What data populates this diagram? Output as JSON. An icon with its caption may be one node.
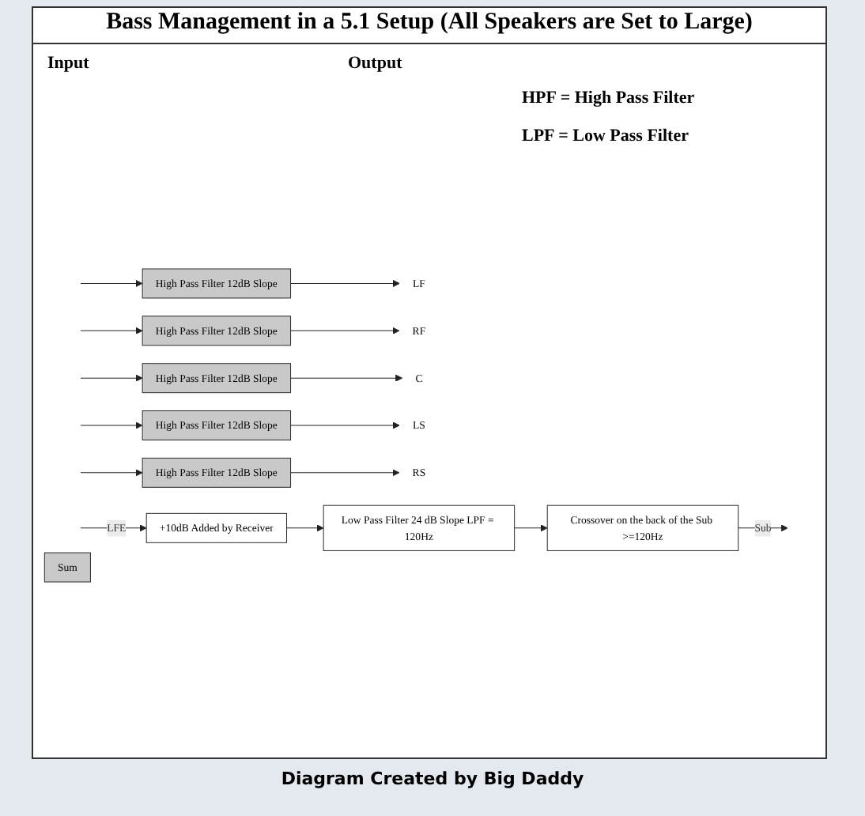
{
  "diagram": {
    "title": "Bass Management in a 5.1 Setup (All Speakers are Set to Large)",
    "caption": "Diagram Created by Big Daddy",
    "nodes": [
      {
        "text": [
          "High Pass Filter 12dB Slope"
        ]
      },
      {
        "text": [
          "High Pass Filter 12dB Slope"
        ]
      },
      {
        "text": [
          "High Pass Filter 12dB Slope"
        ]
      },
      {
        "text": [
          "High Pass Filter 12dB Slope"
        ]
      },
      {
        "text": [
          "High Pass Filter 12dB Slope"
        ]
      },
      {
        "text": [
          "LF"
        ]
      },
      {
        "text": [
          "RF"
        ]
      },
      {
        "text": [
          "C"
        ]
      },
      {
        "text": [
          "LS"
        ]
      },
      {
        "text": [
          "RS"
        ]
      },
      {
        "text": [
          "Sum"
        ]
      },
      {
        "text": [
          "+10dB Added by Receiver"
        ]
      },
      {
        "text": [
          "Low Pass Filter 24 dB Slope LPF = 120Hz"
        ]
      },
      {
        "text": [
          "Crossover on the back of the Sub >=120Hz"
        ]
      }
    ],
    "edges": [
      {
        "from": null,
        "to": 0,
        "arrow": "to"
      },
      {
        "from": 0,
        "to": 5,
        "arrow": "to"
      },
      {
        "from": null,
        "to": 1,
        "arrow": "to"
      },
      {
        "from": 1,
        "to": 6,
        "arrow": "to"
      },
      {
        "from": null,
        "to": 2,
        "arrow": "to"
      },
      {
        "from": 2,
        "to": 7,
        "arrow": "to"
      },
      {
        "from": null,
        "to": 3,
        "arrow": "to"
      },
      {
        "from": 3,
        "to": 8,
        "arrow": "to"
      },
      {
        "from": null,
        "to": 4,
        "arrow": "to"
      },
      {
        "from": 4,
        "to": 9,
        "arrow": "to"
      },
      {
        "from": null,
        "to": 11,
        "arrow": "to",
        "label": "LFE"
      },
      {
        "from": 11,
        "to": 12,
        "arrow": "to"
      },
      {
        "from": 12,
        "to": 13,
        "arrow": "to"
      },
      {
        "from": 13,
        "to": null,
        "arrow": "to",
        "label": "Sub"
      }
    ],
    "labels": [
      "Input",
      "Output",
      "HPF = High Pass Filter",
      "LPF = Low Pass Filter"
    ]
  }
}
